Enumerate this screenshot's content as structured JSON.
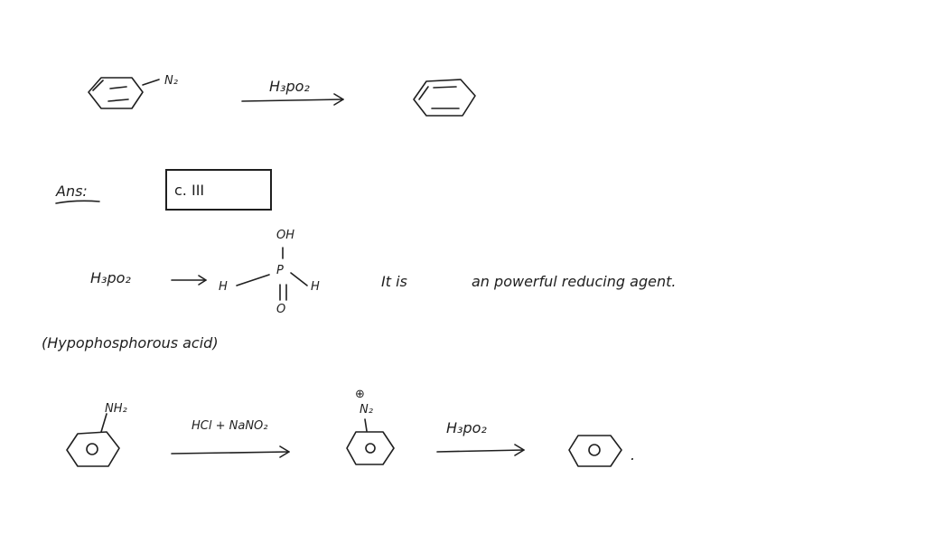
{
  "reaction1": {
    "substituent": "N₂",
    "reagent": "H₃po₂"
  },
  "answer": {
    "label": "Ans:",
    "choice": "c.  III"
  },
  "structure": {
    "reactant": "H₃po₂",
    "oh": "OH",
    "p": "P",
    "h_left": "H",
    "h_right": "H",
    "o": "O",
    "name": "(Hypophosphorous acid)"
  },
  "note": {
    "it_is": "It is",
    "statement": "an powerful reducing agent."
  },
  "reaction2": {
    "substituent1": "NH₂",
    "reagent1": "HCl + NaNO₂",
    "charge": "⊕",
    "substituent2": "N₂",
    "reagent2": "H₃po₂",
    "period": "."
  }
}
